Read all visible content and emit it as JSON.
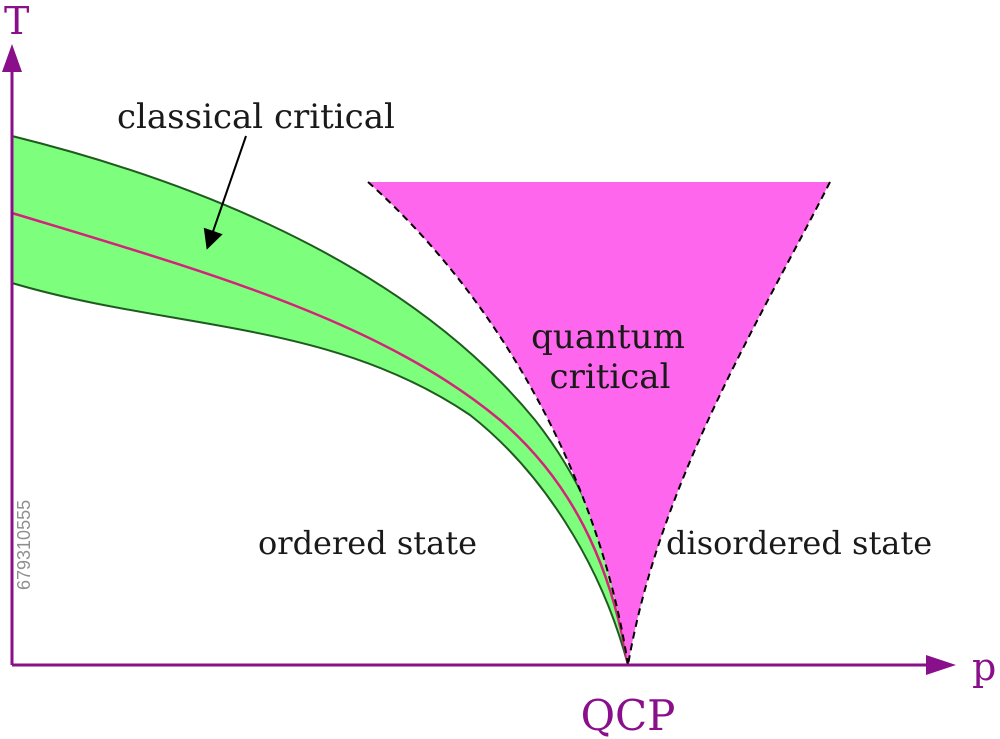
{
  "axes": {
    "y_label": "T",
    "x_label": "p",
    "origin_label": "QCP",
    "color": "#8a0f8a"
  },
  "regions": {
    "classical": {
      "label": "classical critical",
      "fill": "#7dff7d",
      "edge": "#1f5a1f",
      "center_line": "#d4237a"
    },
    "quantum": {
      "label_line1": "quantum",
      "label_line2": "critical",
      "fill": "#ff66ee"
    },
    "ordered": {
      "label": "ordered state"
    },
    "disordered": {
      "label": "disordered state"
    }
  },
  "watermark": {
    "id_text": "679310555"
  }
}
